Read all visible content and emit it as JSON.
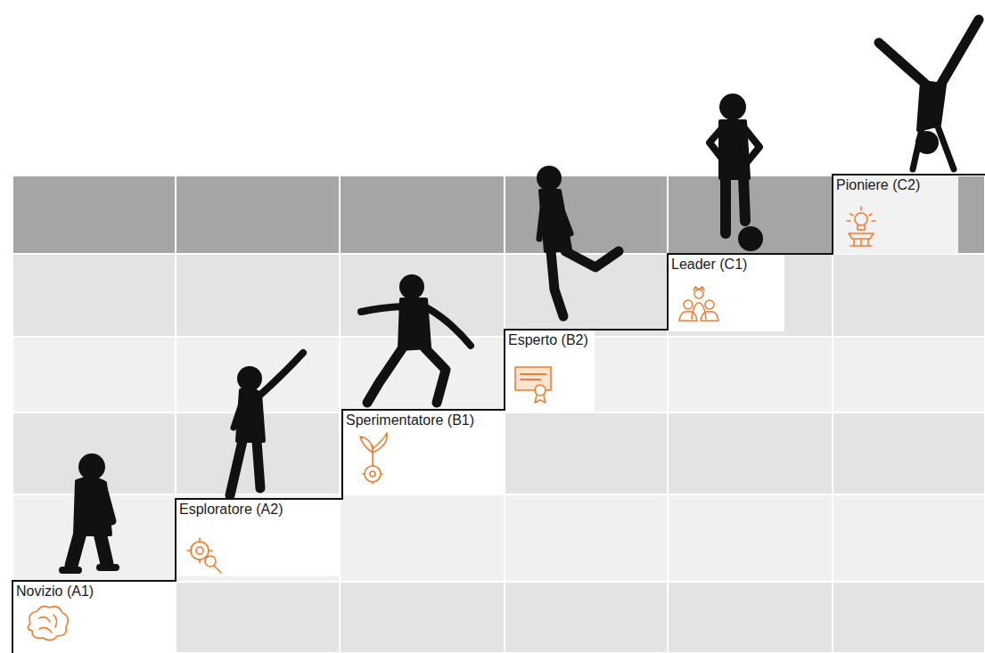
{
  "diagram": {
    "nodes": [
      {
        "text": [
          "Novizio (A1)"
        ]
      },
      {
        "text": [
          "Esploratore (A2)"
        ]
      },
      {
        "text": [
          "Sperimentatore (B1)"
        ]
      },
      {
        "text": [
          "Esperto (B2)"
        ]
      },
      {
        "text": [
          "Leader (C1)"
        ]
      },
      {
        "text": [
          "Pioniere (C2)"
        ]
      }
    ]
  }
}
